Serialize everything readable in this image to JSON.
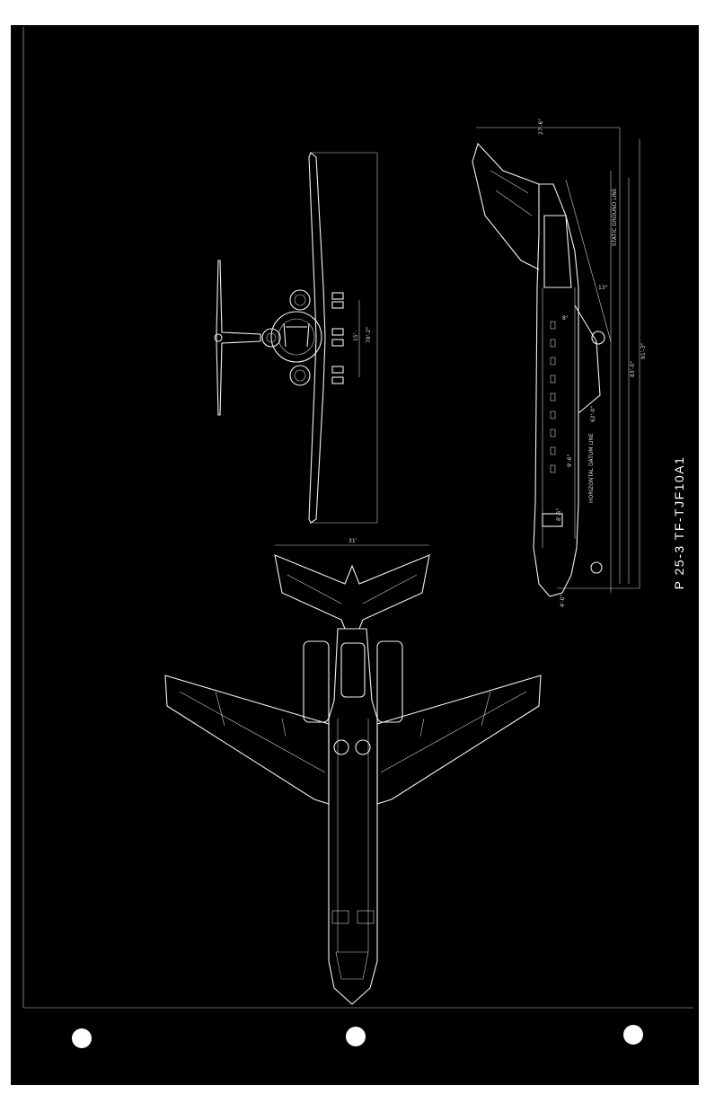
{
  "drawing_id": "P 25-3 TF-TJF10A1",
  "dimensions": {
    "tail_height": "27'-6\"",
    "overall_length_1": "83'-0\"",
    "overall_length_2": "91'-3\"",
    "fuselage_length": "62'-0\"",
    "cabin_height": "9'-6\"",
    "fuselage_section": "8'-5\"",
    "gear_track": "15'",
    "span": "78'-2\"",
    "tailplane_span": "31'",
    "ground_clearance": "4'-0\"",
    "static_ground_line": "STATIC GROUND LINE",
    "horizontal_datum": "HORIZONTAL DATUM LINE",
    "angle_a": "13°",
    "angle_b": "8°"
  },
  "views": [
    "front-view",
    "side-view",
    "plan-view"
  ]
}
